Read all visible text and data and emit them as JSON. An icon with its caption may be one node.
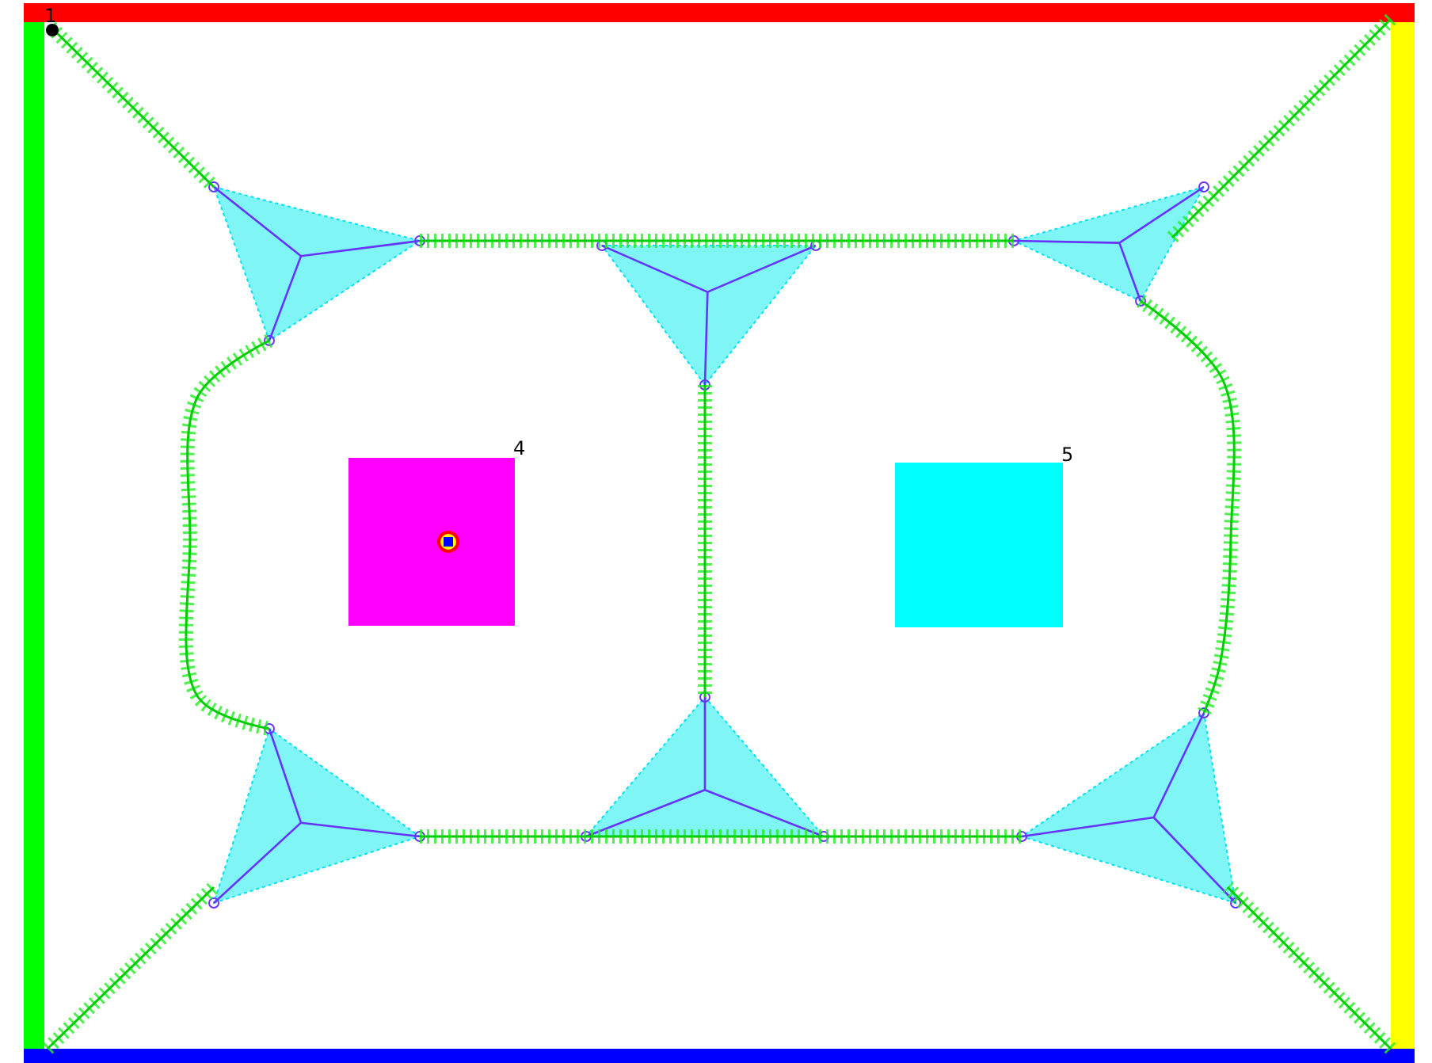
{
  "diagram": {
    "labels": [
      "1",
      "4",
      "5"
    ]
  }
}
